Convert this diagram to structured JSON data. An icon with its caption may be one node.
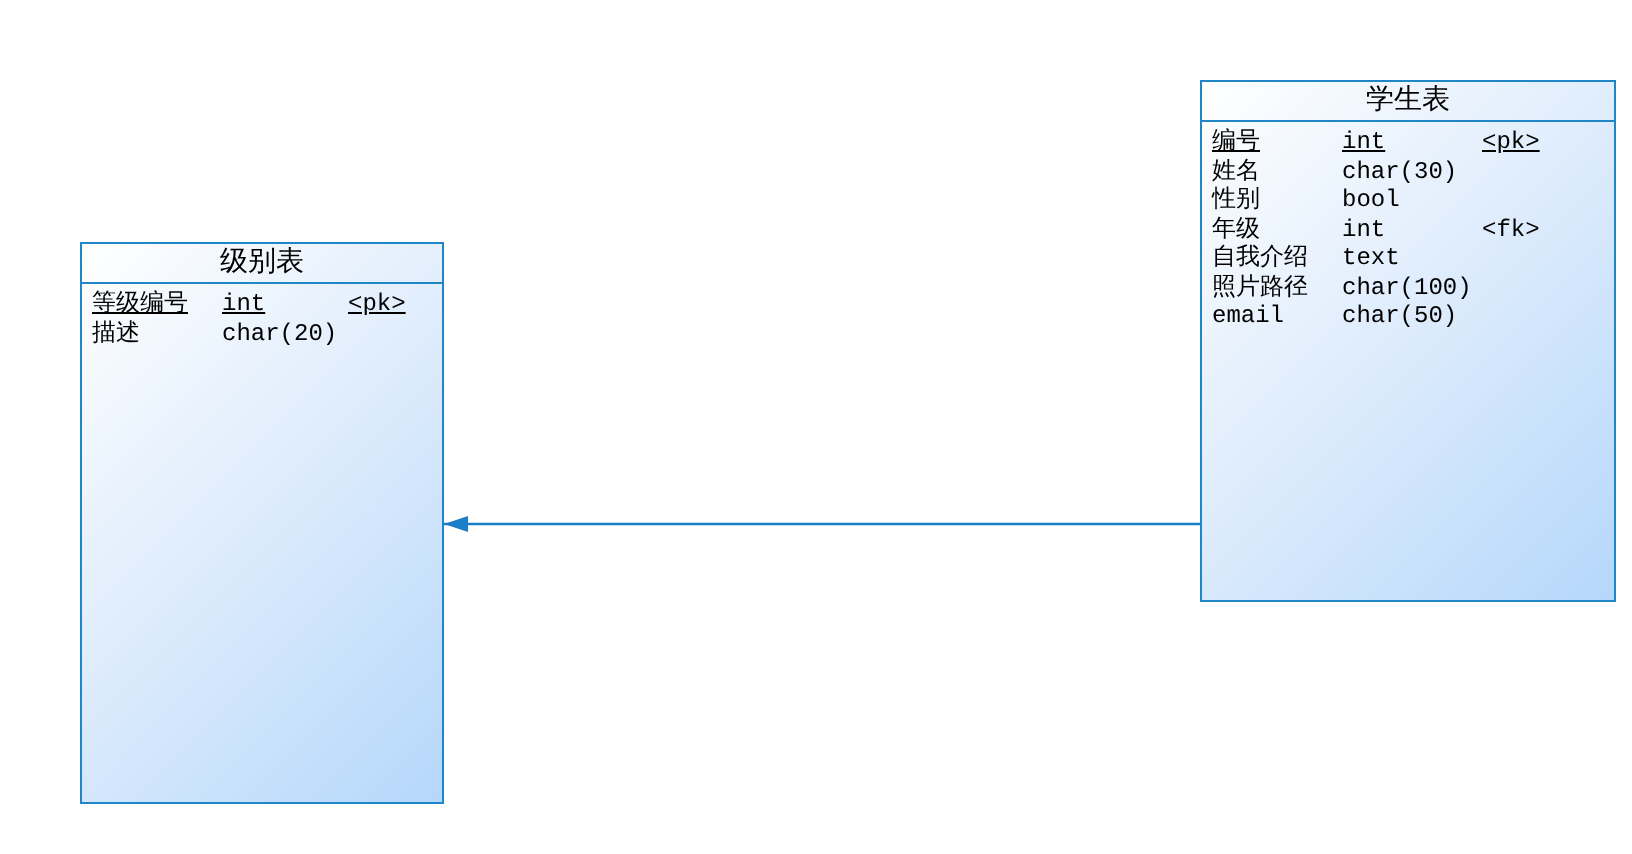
{
  "diagram": {
    "nodes": [
      {
        "text": [
          "级别表",
          "等级编号",
          "int",
          "<pk>",
          "描述",
          "char(20)"
        ]
      },
      {
        "text": [
          "学生表",
          "编号",
          "int",
          "<pk>",
          "姓名",
          "char(30)",
          "性别",
          "bool",
          "年级",
          "int",
          "<fk>",
          "自我介绍",
          "text",
          "照片路径",
          "char(100)",
          "email",
          "char(50)"
        ]
      }
    ],
    "edges": [
      {
        "from": 1,
        "to": 0,
        "arrow": "to"
      }
    ]
  }
}
